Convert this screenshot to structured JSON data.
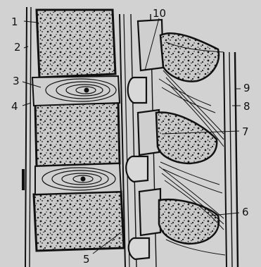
{
  "colors": {
    "background": "#d2d2d2",
    "bone": "#c7c7c7",
    "ink": "#111111"
  },
  "labels": {
    "n1": "1",
    "n2": "2",
    "n3": "3",
    "n4": "4",
    "n5": "5",
    "n6": "6",
    "n7": "7",
    "n8": "8",
    "n9": "9",
    "n10": "10"
  }
}
